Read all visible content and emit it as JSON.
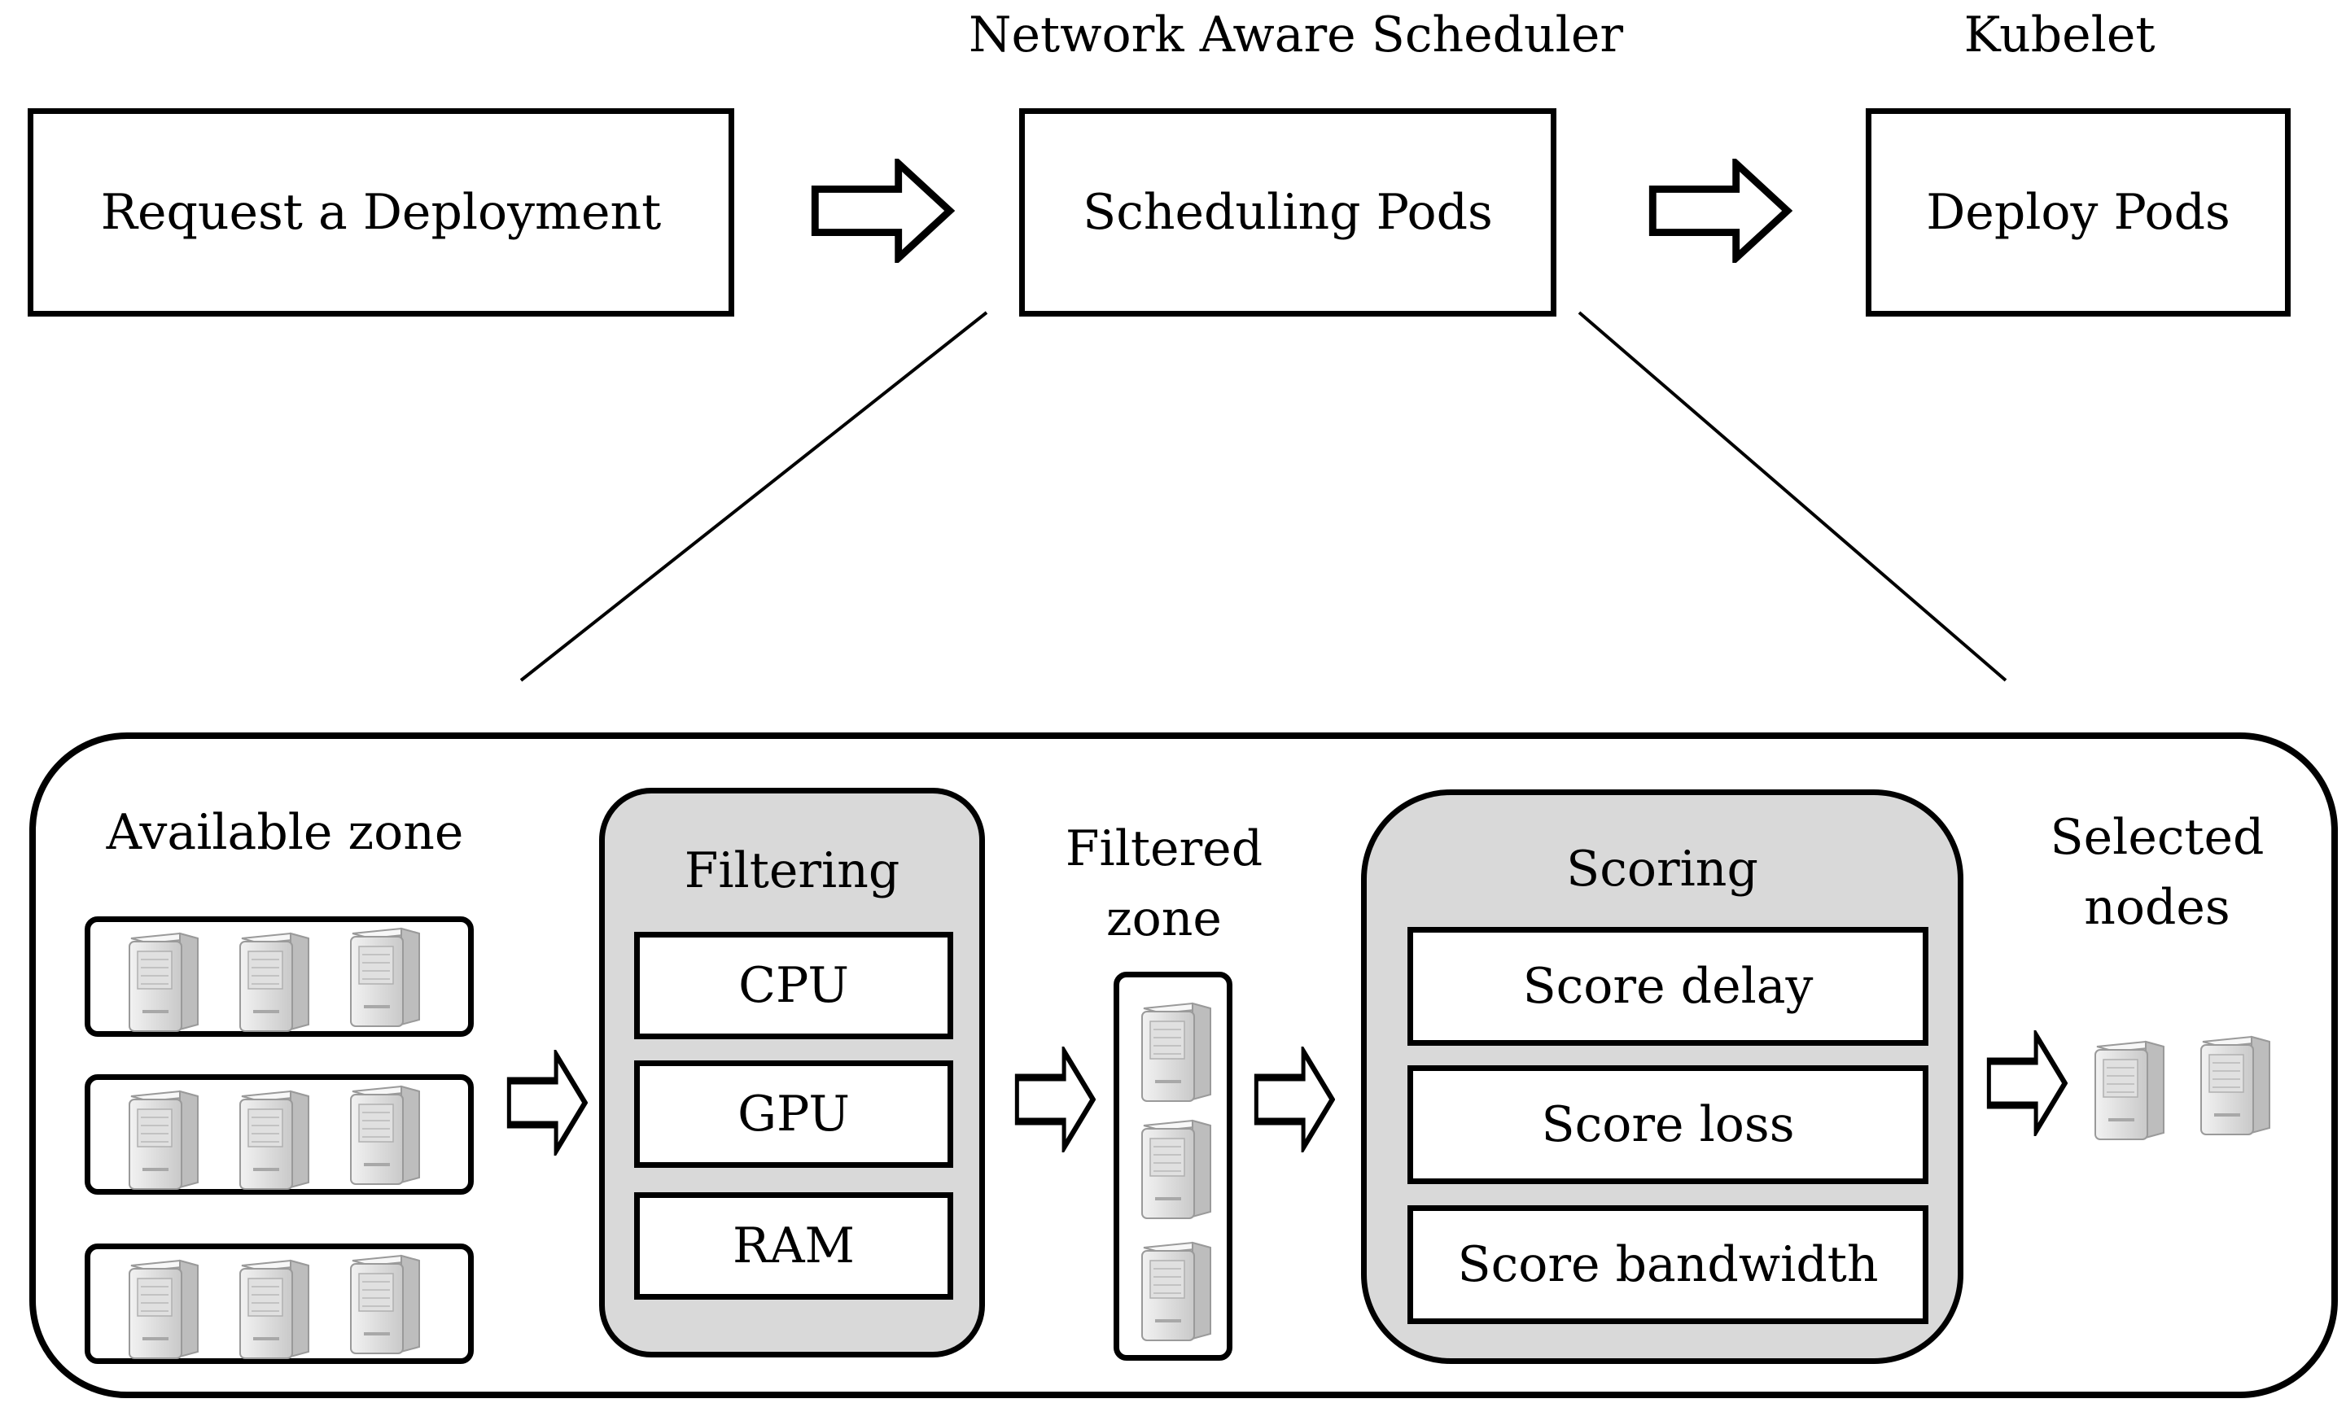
{
  "top": {
    "scheduler_title": "Network Aware Scheduler",
    "kubelet_title": "Kubelet",
    "box_request": "Request a Deployment",
    "box_scheduling": "Scheduling Pods",
    "box_deploy": "Deploy Pods"
  },
  "detail": {
    "available_zone": "Available zone",
    "filtering": {
      "title": "Filtering",
      "items": [
        "CPU",
        "GPU",
        "RAM"
      ]
    },
    "filtered_zone": [
      "Filtered",
      "zone"
    ],
    "scoring": {
      "title": "Scoring",
      "items": [
        "Score delay",
        "Score loss",
        "Score bandwidth"
      ]
    },
    "selected_nodes": [
      "Selected",
      "nodes"
    ]
  },
  "icons": [
    "server-icon",
    "block-arrow-icon"
  ],
  "colors": {
    "panel_fill": "#d9d9d9",
    "stroke": "#000000",
    "server_fill": "#e6e6e6"
  }
}
